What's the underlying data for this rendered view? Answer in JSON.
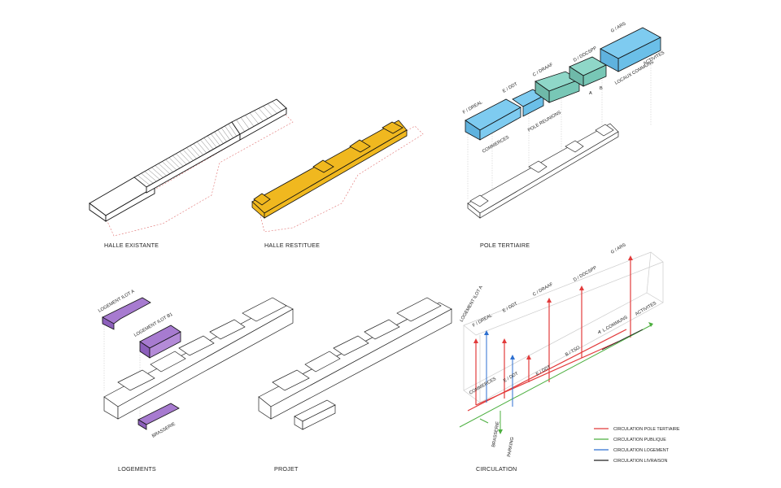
{
  "captions": {
    "halle_existante": "HALLE EXISTANTE",
    "halle_restituee": "HALLE RESTITUEE",
    "pole_tertiaire": "POLE TERTIAIRE",
    "logements": "LOGEMENTS",
    "projet": "PROJET",
    "circulation": "CIRCULATION"
  },
  "pole_labels": {
    "g_ars": "G / ARS",
    "d_ddcspp": "D / DDCSPP",
    "c_draaf": "C / DRAAF",
    "e_ddt": "E / DDT",
    "f_dreal": "F / DREAL",
    "pole_reunions": "POLE REUNIONS",
    "commerces": "COMMERCES",
    "a": "A",
    "b": "B",
    "locaux_communs": "LOCAUX COMMUNS",
    "activites": "ACTIVITES"
  },
  "logement_labels": {
    "ilot_a": "LOGEMENT ILOT A",
    "ilot_b1": "LOGEMENT ILOT B1",
    "brasserie": "BRASSERIE"
  },
  "circulation_labels": {
    "g_ars": "G / ARS",
    "d_ddcspp": "D / DDCSPP",
    "c_draaf": "C / DRAAF",
    "e_ddt_top": "E / DDT",
    "f_dreal": "F / DREAL",
    "logement_ilot_a": "LOGEMENT ILOT A",
    "commerces": "COMMERCES",
    "e_ddt_mid": "E / DDT",
    "e_ddt_low": "E / DDT",
    "b_tso": "B / TSO",
    "a": "A",
    "l_communs": "L.COMMUNS",
    "activites": "ACTIVITES",
    "brasserie": "BRASSERIE",
    "parking": "PARKING"
  },
  "legend": [
    {
      "label": "CIRCULATION POLE TERTIAIRE",
      "color": "#e23b3b"
    },
    {
      "label": "CIRCULATION PUBLIQUE",
      "color": "#4caf3f"
    },
    {
      "label": "CIRCULATION LOGEMENT",
      "color": "#2d6fd0"
    },
    {
      "label": "CIRCULATION LIVRAISON",
      "color": "#222222"
    }
  ],
  "colors": {
    "halle_restituee": "#f0b81f",
    "pole_tertiaire": "#7ecbf0",
    "pole_green": "#8fd7c8",
    "logement": "#a77bd0",
    "footprint_dash": "#e07070"
  }
}
